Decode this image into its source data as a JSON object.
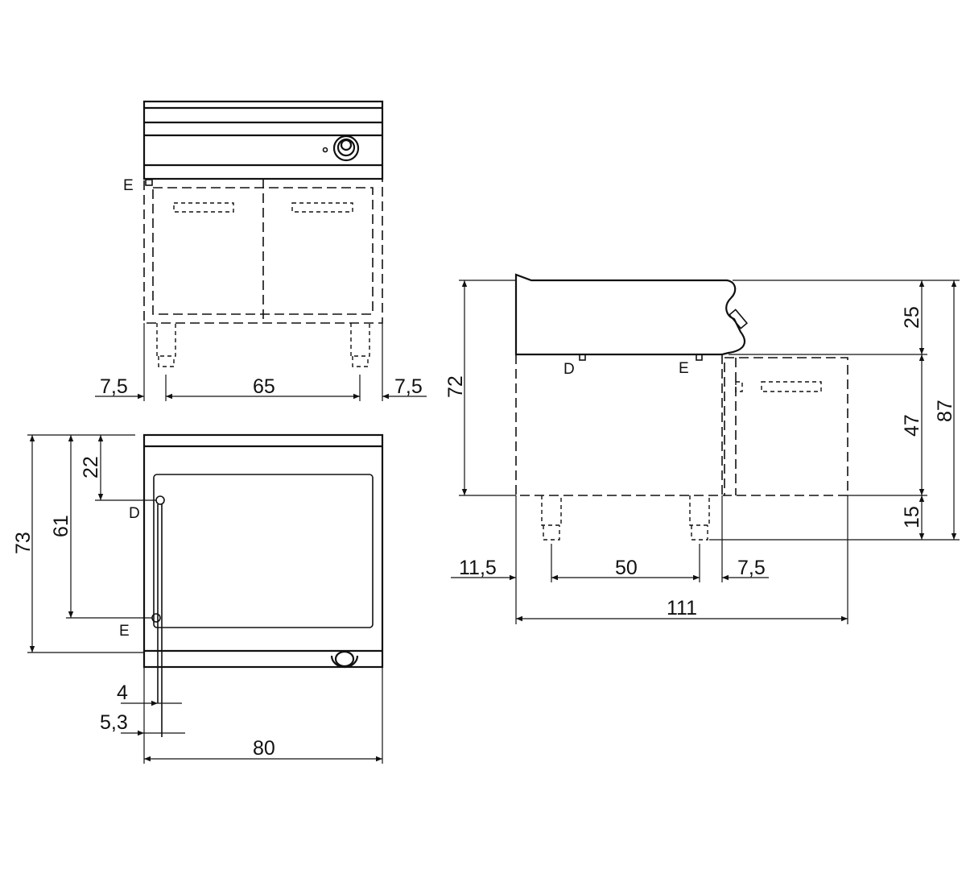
{
  "front_view": {
    "marker_e": "E",
    "dims": {
      "left_offset": "7,5",
      "leg_spacing": "65",
      "right_offset": "7,5"
    }
  },
  "plan_view": {
    "marker_d": "D",
    "marker_e": "E",
    "dims": {
      "depth_total": "73",
      "to_e": "61",
      "to_d": "22",
      "offset_4": "4",
      "offset_5_3": "5,3",
      "width": "80"
    }
  },
  "side_view": {
    "marker_d": "D",
    "marker_e": "E",
    "dims": {
      "body_height": "72",
      "top_height": "25",
      "cabinet_height": "47",
      "leg_height": "15",
      "total_height": "87",
      "front_offset": "11,5",
      "leg_spacing": "50",
      "rear_offset": "7,5",
      "total_depth": "111"
    }
  }
}
